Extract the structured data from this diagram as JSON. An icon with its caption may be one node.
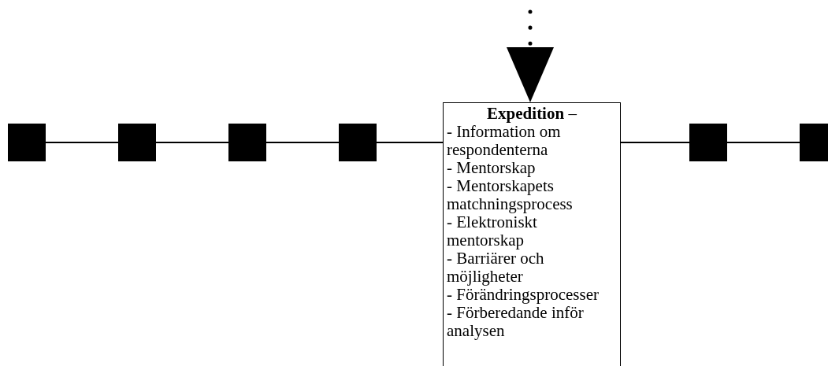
{
  "diagram": {
    "nodes": [
      {
        "text": [],
        "shape": "box"
      },
      {
        "text": [],
        "shape": "box"
      },
      {
        "text": [],
        "shape": "box"
      },
      {
        "text": [],
        "shape": "box"
      },
      {
        "text": [
          "**Expedition** –",
          "- Information om respondenterna",
          "- Mentorskap",
          "- Mentorskapets matchningsprocess",
          "- Elektroniskt mentorskap",
          "- Barriärer och möjligheter",
          "- Förändringsprocesser",
          "- Förberedande inför analysen"
        ]
      },
      {
        "text": [],
        "shape": "box"
      },
      {
        "text": [],
        "shape": "box"
      }
    ],
    "edges": [
      {
        "from": 0,
        "to": 1,
        "arrow": "none"
      },
      {
        "from": 1,
        "to": 2,
        "arrow": "none"
      },
      {
        "from": 2,
        "to": 3,
        "arrow": "none"
      },
      {
        "from": 3,
        "to": 4,
        "arrow": "none"
      },
      {
        "from": 4,
        "to": 5,
        "arrow": "none"
      },
      {
        "from": 5,
        "to": 6,
        "arrow": "none"
      },
      {
        "from": null,
        "to": 4,
        "arrow": "to",
        "style": "dashed"
      }
    ]
  }
}
